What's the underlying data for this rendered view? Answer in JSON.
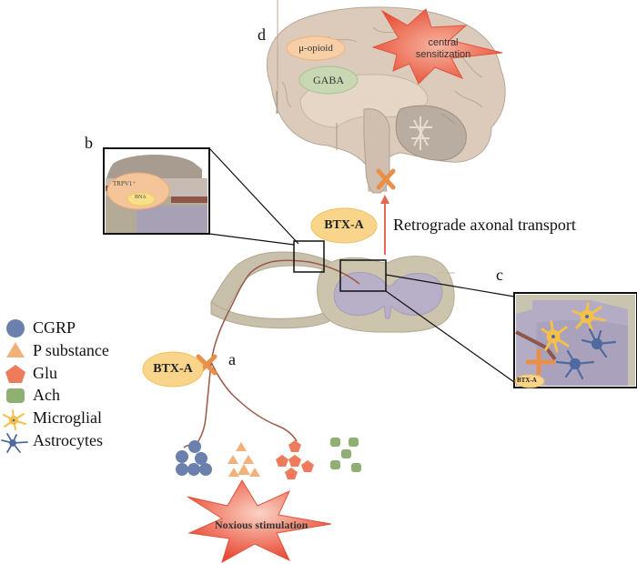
{
  "panels": {
    "a": "a",
    "b": "b",
    "c": "c",
    "d": "d"
  },
  "brain": {
    "mu_opioid": "μ-opioid",
    "gaba": "GABA",
    "central_sensitization_line1": "central",
    "central_sensitization_line2": "sensitization"
  },
  "inset_b": {
    "receptor": "TRPV1⁺",
    "inner": "BNA"
  },
  "inset_c": {
    "btx": "BTX-A"
  },
  "btx_label_upper": "BTX-A",
  "btx_label_lower": "BTX-A",
  "transport_label": "Retrograde axonal transport",
  "noxious_label": "Noxious stimulation",
  "legend": [
    {
      "icon": "circle-icon",
      "label": "CGRP",
      "color": "#6b80ad"
    },
    {
      "icon": "triangle-icon",
      "label": "P substance",
      "color": "#f2b07a"
    },
    {
      "icon": "pentagon-icon",
      "label": "Glu",
      "color": "#ee7c5c"
    },
    {
      "icon": "rounded-square-icon",
      "label": "Ach",
      "color": "#8fb072"
    },
    {
      "icon": "microglia-icon",
      "label": "Microglial",
      "color": "#f5c04a"
    },
    {
      "icon": "astrocyte-icon",
      "label": "Astrocytes",
      "color": "#4f6aa0"
    }
  ],
  "colors": {
    "btx_fill": "#f8d58a",
    "block_x": "#e8904a",
    "nerve": "#9a5a4a",
    "star": "#ee5a40",
    "tissue": "#c9c2ac",
    "grey_matter": "#b6adc4",
    "brain": "#d8c7b7"
  }
}
